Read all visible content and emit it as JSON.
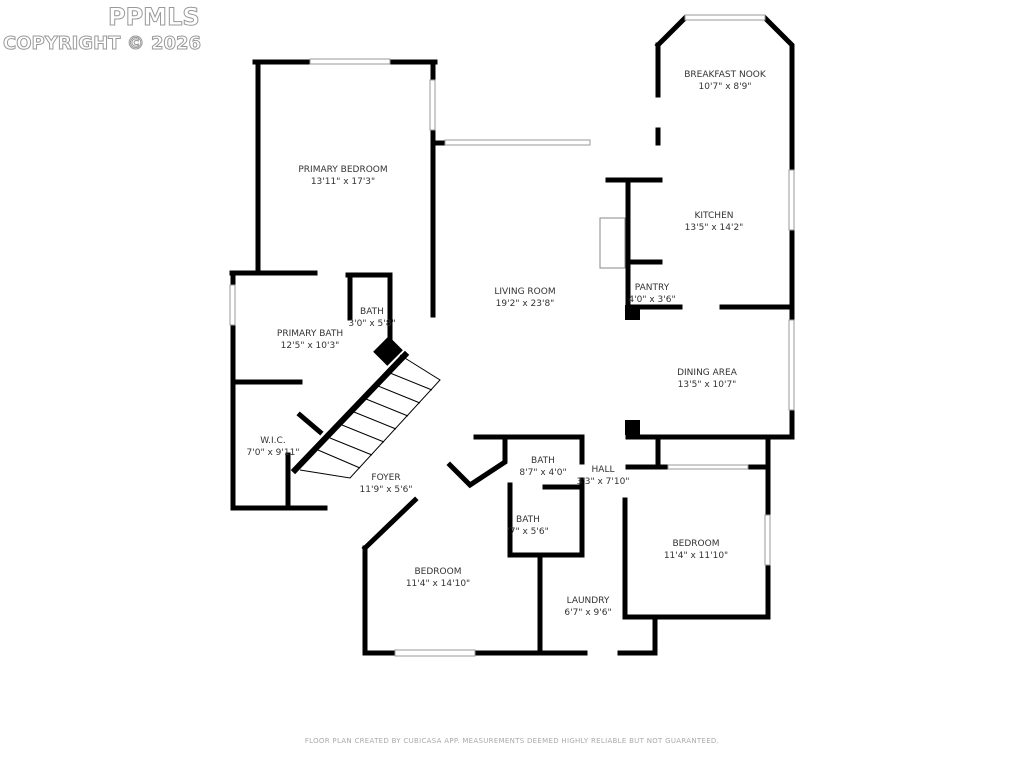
{
  "watermark": {
    "brand": "PPMLS",
    "copyright": "COPYRIGHT © 2026"
  },
  "rooms": [
    {
      "name": "PRIMARY BEDROOM",
      "size": "13'11\" x 17'3\""
    },
    {
      "name": "BREAKFAST NOOK",
      "size": "10'7\" x 8'9\""
    },
    {
      "name": "KITCHEN",
      "size": "13'5\" x 14'2\""
    },
    {
      "name": "LIVING ROOM",
      "size": "19'2\" x 23'8\""
    },
    {
      "name": "PANTRY",
      "size": "4'0\" x 3'6\""
    },
    {
      "name": "BATH",
      "size": "3'0\" x 5'8\""
    },
    {
      "name": "PRIMARY BATH",
      "size": "12'5\" x 10'3\""
    },
    {
      "name": "DINING AREA",
      "size": "13'5\" x 10'7\""
    },
    {
      "name": "W.I.C.",
      "size": "7'0\" x 9'11\""
    },
    {
      "name": "FOYER",
      "size": "11'9\" x 5'6\""
    },
    {
      "name": "BATH",
      "size": "8'7\" x 4'0\""
    },
    {
      "name": "HALL",
      "size": "3'3\" x 7'10\""
    },
    {
      "name": "BATH",
      "size": "'7\" x 5'6\""
    },
    {
      "name": "BEDROOM",
      "size": "11'4\" x 11'10\""
    },
    {
      "name": "BEDROOM",
      "size": "11'4\" x 14'10\""
    },
    {
      "name": "LAUNDRY",
      "size": "6'7\" x 9'6\""
    }
  ],
  "footer": "FLOOR PLAN CREATED BY CUBICASA APP. MEASUREMENTS DEEMED HIGHLY RELIABLE BUT NOT GUARANTEED.",
  "colors": {
    "wall": "#000000",
    "window": "#cccccc",
    "text": "#333333"
  }
}
